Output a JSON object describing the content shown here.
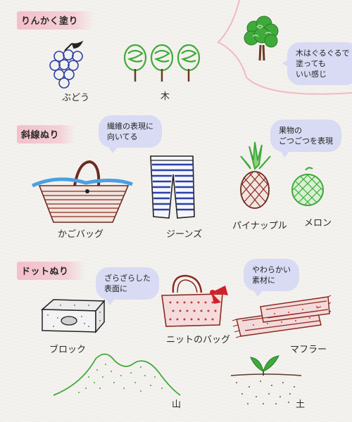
{
  "sections": {
    "ringkaku": {
      "title": "りんかく塗り",
      "items": {
        "grapes": "ぶどう",
        "tree": "木"
      },
      "bubble": [
        "木はぐるぐるで",
        "塗っても",
        "いい感じ"
      ]
    },
    "shasen": {
      "title": "斜線ぬり",
      "bubble1": [
        "繊維の表現に",
        "向いてる"
      ],
      "bubble2": [
        "果物の",
        "ごつごつを表現"
      ],
      "items": {
        "basket": "かごバッグ",
        "jeans": "ジーンズ",
        "pineapple": "パイナップル",
        "melon": "メロン"
      }
    },
    "dot": {
      "title": "ドットぬり",
      "bubble1": [
        "ざらざらした",
        "表面に"
      ],
      "bubble2": [
        "やわらかい",
        "素材に"
      ],
      "items": {
        "block": "ブロック",
        "knit_bag": "ニットのバッグ",
        "muffler": "マフラー",
        "mountain": "山",
        "soil": "土"
      }
    }
  },
  "colors": {
    "label_bg": "#f4b6c4",
    "bubble_bg": "#d8dbf3",
    "green": "#3faa3a",
    "red": "#9a2a2a",
    "blue": "#2b3fa8"
  }
}
